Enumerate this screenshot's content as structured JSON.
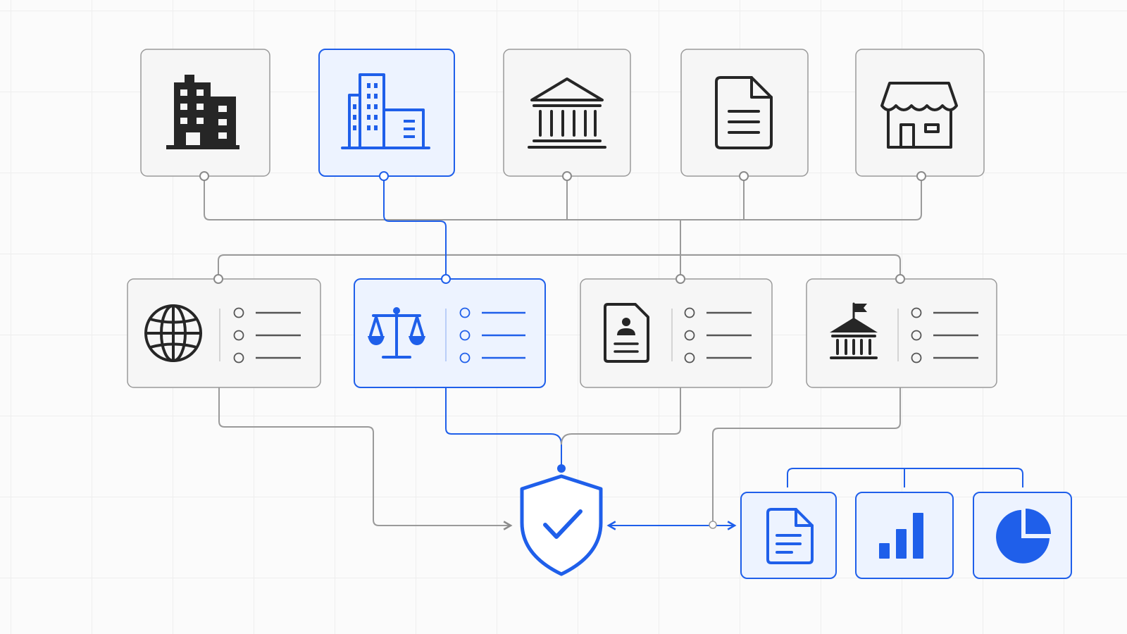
{
  "colors": {
    "accent": "#1f5fea",
    "accent_fill": "#edf3ff",
    "neutral_stroke": "#9a9a9a",
    "icon": "#262626",
    "canvas": "#fbfbfb"
  },
  "diagram": {
    "top_row": [
      {
        "icon": "office-building-icon",
        "selected": false
      },
      {
        "icon": "corporate-buildings-icon",
        "selected": true
      },
      {
        "icon": "bank-columns-icon",
        "selected": false
      },
      {
        "icon": "document-icon",
        "selected": false
      },
      {
        "icon": "storefront-icon",
        "selected": false
      }
    ],
    "middle_row": [
      {
        "icon": "globe-icon",
        "list_items": 3,
        "selected": false
      },
      {
        "icon": "scales-of-justice-icon",
        "list_items": 3,
        "selected": true
      },
      {
        "icon": "id-document-icon",
        "list_items": 3,
        "selected": false
      },
      {
        "icon": "government-building-flag-icon",
        "list_items": 3,
        "selected": false
      }
    ],
    "hub": {
      "icon": "shield-check-icon"
    },
    "outputs": [
      {
        "icon": "report-document-icon"
      },
      {
        "icon": "bar-chart-icon"
      },
      {
        "icon": "pie-chart-icon"
      }
    ]
  }
}
